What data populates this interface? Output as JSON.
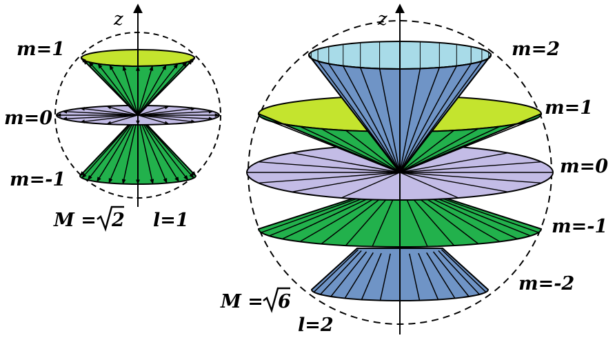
{
  "colors": {
    "green": "#22b14c",
    "yellow_green": "#c4e42e",
    "lavender": "#c3bce6",
    "steel_blue": "#6f94c6",
    "light_blue": "#a8dbe8",
    "outline": "#000000"
  },
  "diagrams": [
    {
      "id": "l1",
      "axis_label": "z",
      "l_label": "l=1",
      "M_prefix": "M =",
      "M_radicand": "2",
      "m_labels": [
        "m=1",
        "m=0",
        "m=-1"
      ]
    },
    {
      "id": "l2",
      "axis_label": "z",
      "l_label": "l=2",
      "M_prefix": "M =",
      "M_radicand": "6",
      "m_labels": [
        "m=2",
        "m=1",
        "m=0",
        "m=-1",
        "m=-2"
      ]
    }
  ]
}
